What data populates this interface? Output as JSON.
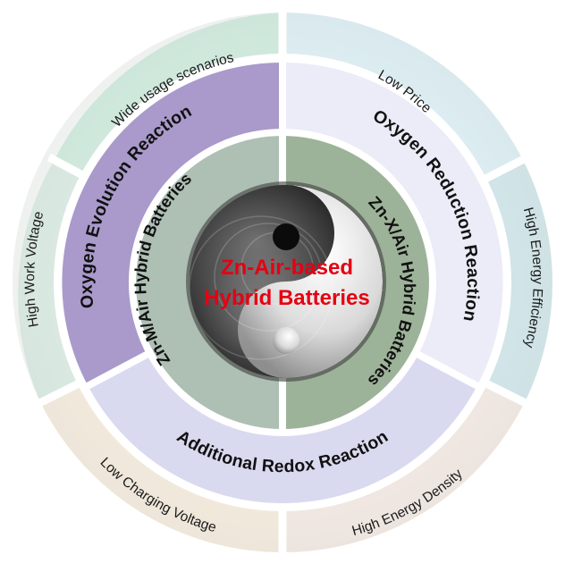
{
  "center": {
    "line1": "Zn-Air-based",
    "line2": "Hybrid Batteries"
  },
  "inner_ring": {
    "left_label": "Zn-M/Air Hybrid Batteries",
    "right_label": "Zn-X/Air Hybrid Batteries",
    "left_color": "#aebfb4",
    "right_color": "#9db399"
  },
  "middle_ring": {
    "oer_label": "Oxygen Evolution Reaction",
    "orr_label": "Oxygen Reduction Reaction",
    "redox_label": "Additional Redox Reaction",
    "oer_color": "#a99acb",
    "orr_color": "#ecebf8",
    "redox_color": "#d9daf0"
  },
  "outer_ring": {
    "items": [
      {
        "label": "Wide usage scenarios",
        "color": "#cdeede"
      },
      {
        "label": "Low Price",
        "color": "#def3fb"
      },
      {
        "label": "High Energy Efficiency",
        "color": "#cfe8ee"
      },
      {
        "label": "High Energy Density",
        "color": "#fbece6"
      },
      {
        "label": "Low Charging Voltage",
        "color": "#fdeedd"
      },
      {
        "label": "High Work Voltage",
        "color": "#daede4"
      }
    ]
  }
}
